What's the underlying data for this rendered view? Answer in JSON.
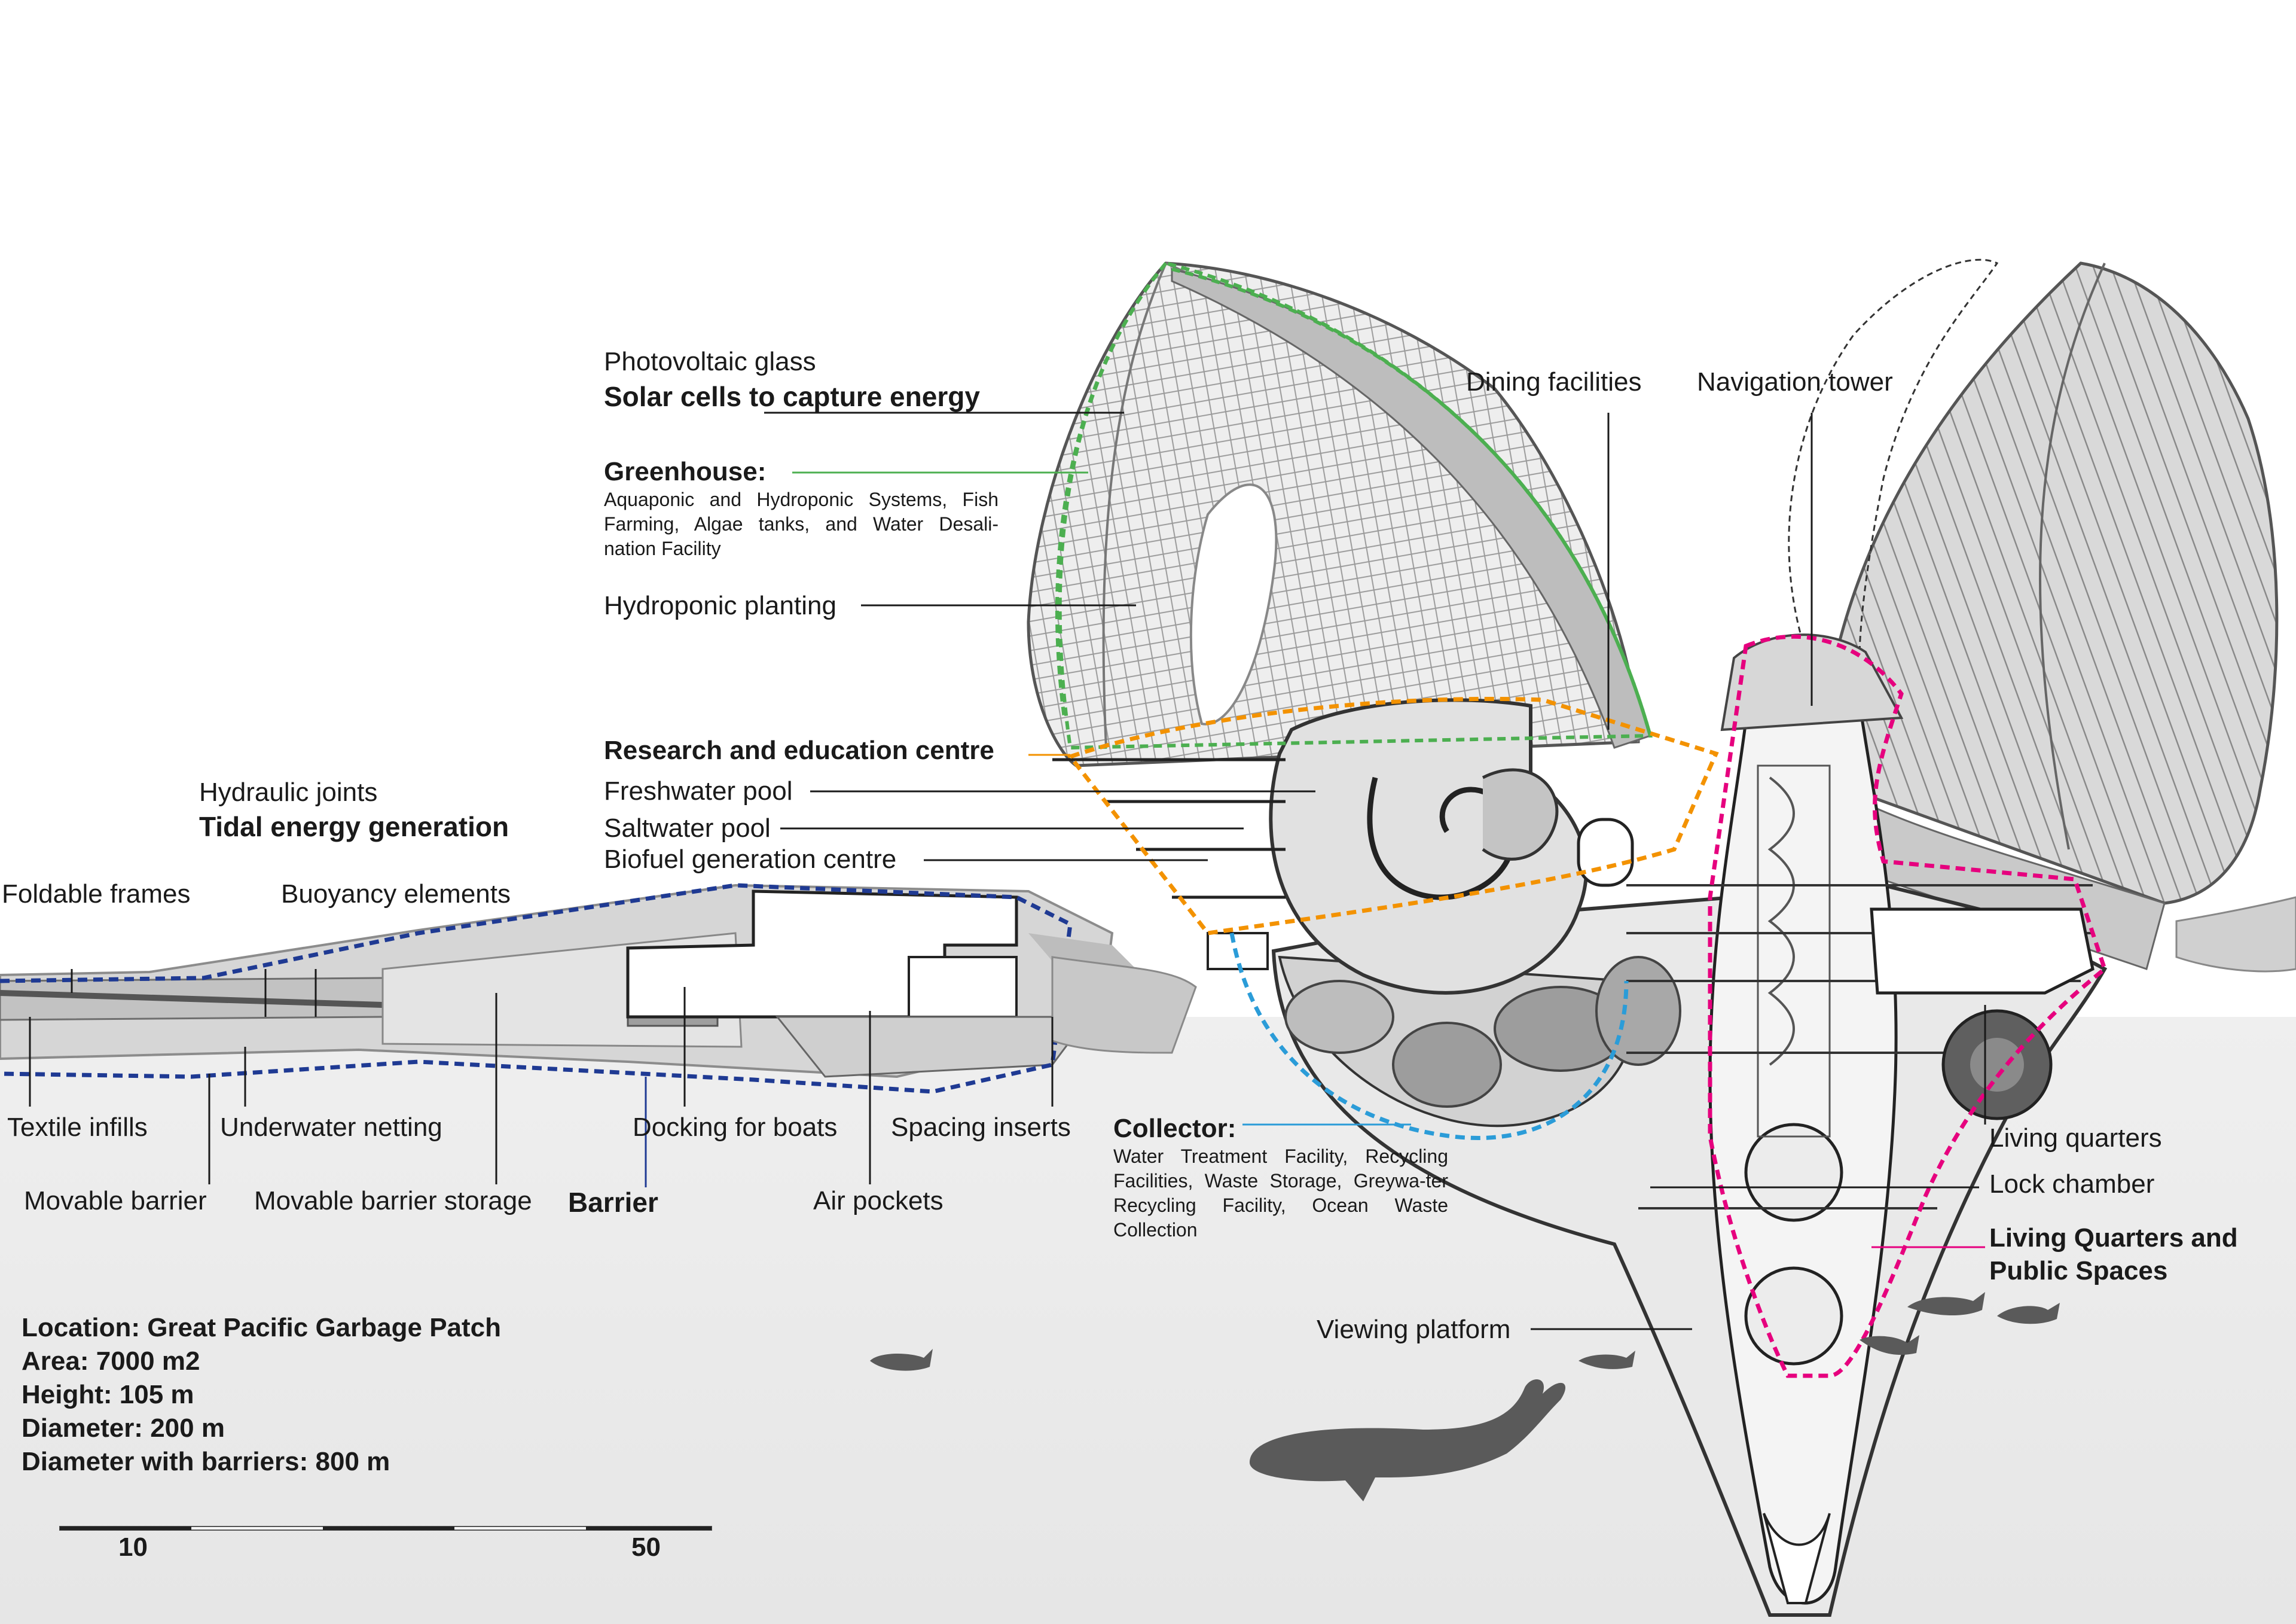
{
  "labels": {
    "photovoltaic_glass": "Photovoltaic glass",
    "solar_cells": "Solar cells to capture energy",
    "greenhouse_title": "Greenhouse:",
    "greenhouse_desc": "Aquaponic and Hydroponic Systems, Fish Farming, Algae tanks, and Water Desali-nation Facility",
    "hydroponic_planting": "Hydroponic planting",
    "research_centre": "Research and education centre",
    "freshwater_pool": "Freshwater pool",
    "saltwater_pool": "Saltwater pool",
    "biofuel_centre": "Biofuel generation centre",
    "dining_facilities": "Dining facilities",
    "navigation_tower": "Navigation tower",
    "hydraulic_joints": "Hydraulic joints",
    "tidal_energy": "Tidal energy generation",
    "foldable_frames": "Foldable frames",
    "buoyancy_elements": "Buoyancy elements",
    "textile_infills": "Textile infills",
    "underwater_netting": "Underwater netting",
    "docking": "Docking for boats",
    "spacing_inserts": "Spacing inserts",
    "movable_barrier": "Movable barrier",
    "movable_barrier_storage": "Movable barrier storage",
    "barrier": "Barrier",
    "air_pockets": "Air pockets",
    "collector_title": "Collector:",
    "collector_desc": "Water Treatment Facility, Recycling Facilities, Waste Storage, Greywa-ter Recycling Facility, Ocean Waste Collection",
    "living_quarters": "Living quarters",
    "lock_chamber": "Lock chamber",
    "living_public_1": "Living Quarters and",
    "living_public_2": "Public Spaces",
    "viewing_platform": "Viewing platform"
  },
  "info": {
    "location": "Location: Great Pacific Garbage Patch",
    "area": "Area: 7000 m2",
    "height": "Height: 105 m",
    "diameter": "Diameter: 200 m",
    "diameter_barriers": "Diameter with barriers: 800 m"
  },
  "scale": {
    "left": "10",
    "right": "50"
  },
  "colors": {
    "greenhouse": "#4caf50",
    "research": "#f39200",
    "collector": "#2b9cd8",
    "living": "#e6007e",
    "barrier": "#1f3a93"
  }
}
